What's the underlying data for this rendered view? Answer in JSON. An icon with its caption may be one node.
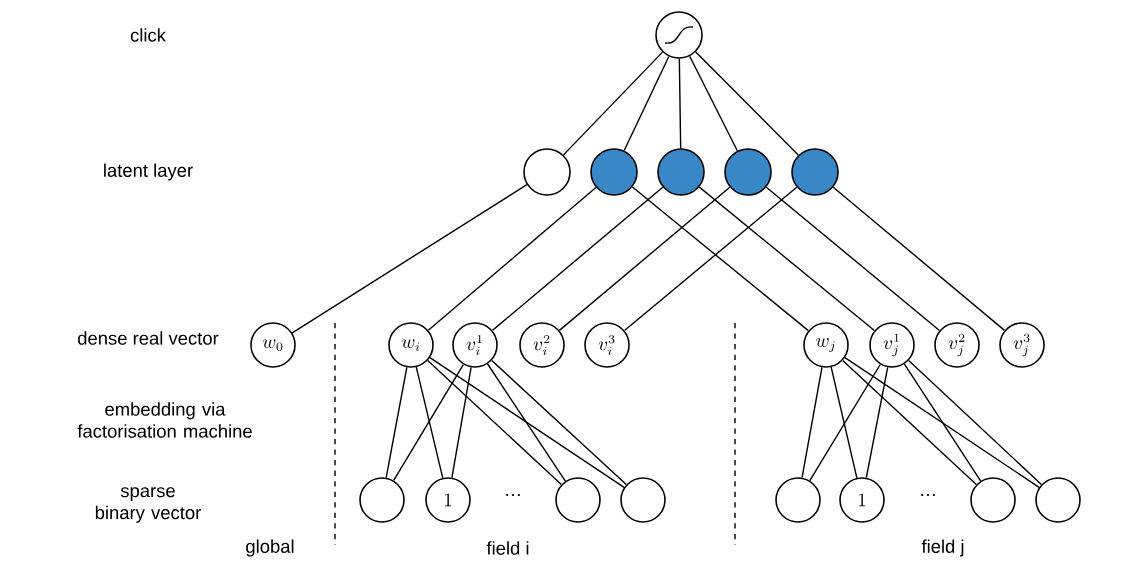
{
  "diagram": {
    "nodes": [
      {
        "text": [],
        "shape": "circle"
      },
      {
        "text": [],
        "shape": "circle"
      },
      {
        "text": [],
        "shape": "circle"
      },
      {
        "text": [],
        "shape": "circle"
      },
      {
        "text": [],
        "shape": "circle"
      },
      {
        "text": [],
        "shape": "circle"
      },
      {
        "text": [
          "w_{0}"
        ]
      },
      {
        "text": [
          "w_{i}"
        ]
      },
      {
        "text": [
          "v_{i}^{1}"
        ]
      },
      {
        "text": [
          "v_{i}^{2}"
        ]
      },
      {
        "text": [
          "v_{i}^{3}"
        ]
      },
      {
        "text": [
          "w_{j}"
        ]
      },
      {
        "text": [
          "v_{j}^{1}"
        ]
      },
      {
        "text": [
          "v_{j}^{2}"
        ]
      },
      {
        "text": [
          "v_{j}^{3}"
        ]
      },
      {
        "text": [],
        "shape": "circle"
      },
      {
        "text": [
          "1"
        ]
      },
      {
        "text": [],
        "shape": "circle"
      },
      {
        "text": [],
        "shape": "circle"
      },
      {
        "text": [],
        "shape": "circle"
      },
      {
        "text": [
          "1"
        ]
      },
      {
        "text": [],
        "shape": "circle"
      },
      {
        "text": [],
        "shape": "circle"
      }
    ],
    "edges": [
      {
        "from": 0,
        "to": 1,
        "arrow": "none"
      },
      {
        "from": 0,
        "to": 2,
        "arrow": "none"
      },
      {
        "from": 0,
        "to": 3,
        "arrow": "none"
      },
      {
        "from": 0,
        "to": 4,
        "arrow": "none"
      },
      {
        "from": 0,
        "to": 5,
        "arrow": "none"
      },
      {
        "from": 1,
        "to": 6,
        "arrow": "none"
      },
      {
        "from": 2,
        "to": 7,
        "arrow": "none"
      },
      {
        "from": 2,
        "to": 11,
        "arrow": "none"
      },
      {
        "from": 3,
        "to": 8,
        "arrow": "none"
      },
      {
        "from": 3,
        "to": 12,
        "arrow": "none"
      },
      {
        "from": 4,
        "to": 9,
        "arrow": "none"
      },
      {
        "from": 4,
        "to": 13,
        "arrow": "none"
      },
      {
        "from": 5,
        "to": 10,
        "arrow": "none"
      },
      {
        "from": 5,
        "to": 14,
        "arrow": "none"
      },
      {
        "from": 7,
        "to": 15,
        "arrow": "none"
      },
      {
        "from": 7,
        "to": 16,
        "arrow": "none"
      },
      {
        "from": 7,
        "to": 17,
        "arrow": "none"
      },
      {
        "from": 7,
        "to": 18,
        "arrow": "none"
      },
      {
        "from": 8,
        "to": 15,
        "arrow": "none"
      },
      {
        "from": 8,
        "to": 16,
        "arrow": "none"
      },
      {
        "from": 8,
        "to": 17,
        "arrow": "none"
      },
      {
        "from": 8,
        "to": 18,
        "arrow": "none"
      },
      {
        "from": 11,
        "to": 19,
        "arrow": "none"
      },
      {
        "from": 11,
        "to": 20,
        "arrow": "none"
      },
      {
        "from": 11,
        "to": 21,
        "arrow": "none"
      },
      {
        "from": 11,
        "to": 22,
        "arrow": "none"
      },
      {
        "from": 12,
        "to": 19,
        "arrow": "none"
      },
      {
        "from": 12,
        "to": 20,
        "arrow": "none"
      },
      {
        "from": 12,
        "to": 21,
        "arrow": "none"
      },
      {
        "from": 12,
        "to": 22,
        "arrow": "none"
      }
    ],
    "labels": [
      "click",
      "latent layer",
      "dense real vector",
      "embedding via factorisation machine",
      "sparse binary vector",
      "…",
      "…",
      "global",
      "field i",
      "field j"
    ]
  }
}
